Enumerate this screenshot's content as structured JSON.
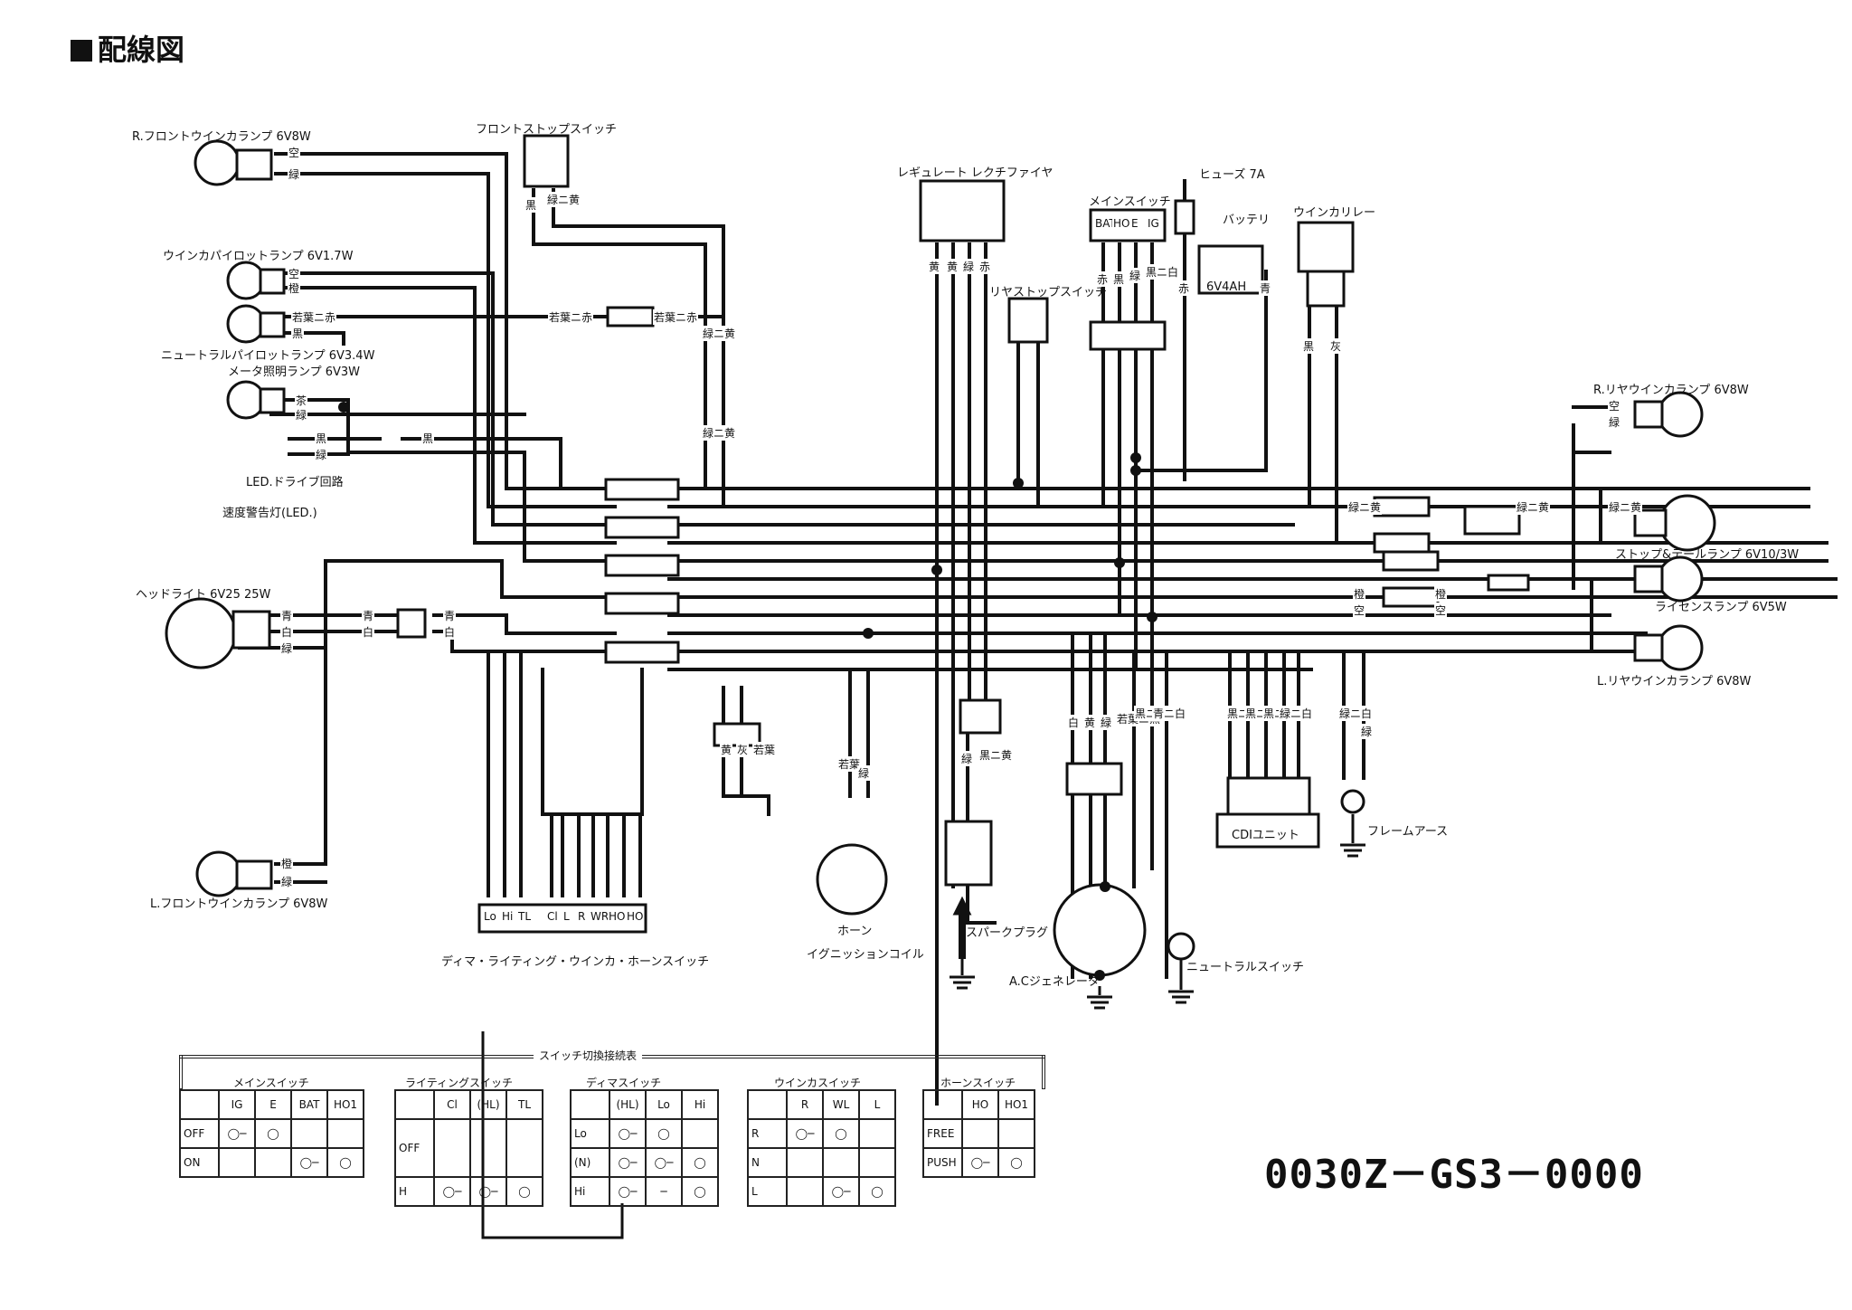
{
  "title": "配線図",
  "drawing_code": "0030Z－GS3－0000",
  "components": {
    "r_front_winker": "R.フロントウインカランプ 6V8W",
    "winker_pilot": "ウインカパイロットランプ 6V1.7W",
    "neutral_pilot": "ニュートラルパイロットランプ 6V3.4W",
    "meter_lamp": "メータ照明ランプ 6V3W",
    "led_drive": "LED.ドライブ回路",
    "speed_warning": "速度警告灯(LED.)",
    "headlight": "ヘッドライト 6V25 25W",
    "l_front_winker": "L.フロントウインカランプ 6V8W",
    "front_stop_switch": "フロントストップスイッチ",
    "regulator": "レギュレート レクチファイヤ",
    "rear_stop_switch": "リヤストップスイッチ",
    "main_switch": "メインスイッチ",
    "fuse": "ヒューズ 7A",
    "battery": "バッテリ",
    "battery_spec": "6V4AH",
    "winker_relay": "ウインカリレー",
    "r_rear_winker": "R.リヤウインカランプ 6V8W",
    "stop_tail": "ストップ&テールランプ 6V10/3W",
    "license_lamp": "ライセンスランプ 6V5W",
    "l_rear_winker": "L.リヤウインカランプ 6V8W",
    "cdi_unit": "CDIユニット",
    "frame_earth": "フレームアース",
    "horn": "ホーン",
    "ignition_coil": "イグニッションコイル",
    "spark_plug": "スパークプラグ",
    "ac_generator": "A.Cジェネレータ",
    "neutral_switch": "ニュートラルスイッチ",
    "handle_switch": "ディマ・ライティング・ウインカ・ホーンスイッチ"
  },
  "main_switch_terminals": [
    "BAT",
    "HO1",
    "E",
    "IG"
  ],
  "handle_switch_terminals": [
    "Lo",
    "Hi",
    "TL",
    "Cl",
    "L",
    "R",
    "WR",
    "HO1",
    "HO"
  ],
  "wire_colors": {
    "sky": "空",
    "green": "緑",
    "orange": "橙",
    "lightgreen_red": "若葉ニ赤",
    "black": "黒",
    "brown": "茶",
    "blue": "青",
    "white": "白",
    "green_yellow": "緑ニ黄",
    "yellow": "黄",
    "red": "赤",
    "black_white": "黒ニ白",
    "gray": "灰",
    "lightgreen": "若葉",
    "black_yellow": "黒ニ黄",
    "green_white": "緑ニ白",
    "black_red": "黒ニ赤",
    "blue_white": "青ニ白",
    "green_blue": "緑ニ青",
    "lightgreen_black": "若葉ニ黒",
    "black_blue": "黒ニ青"
  },
  "tables": {
    "title": "スイッチ切換接続表",
    "main": {
      "title": "メインスイッチ",
      "cols": [
        "IG",
        "E",
        "BAT",
        "HO1"
      ],
      "rows": [
        "OFF",
        "ON"
      ]
    },
    "lighting": {
      "title": "ライティングスイッチ",
      "cols": [
        "Cl",
        "(HL)",
        "TL"
      ],
      "rows": [
        "OFF",
        "H"
      ]
    },
    "dimmer": {
      "title": "ディマスイッチ",
      "cols": [
        "(HL)",
        "Lo",
        "Hi"
      ],
      "rows": [
        "Lo",
        "(N)",
        "Hi"
      ]
    },
    "winker": {
      "title": "ウインカスイッチ",
      "cols": [
        "R",
        "WL",
        "L"
      ],
      "rows": [
        "R",
        "N",
        "L"
      ]
    },
    "horn": {
      "title": "ホーンスイッチ",
      "cols": [
        "HO",
        "HO1"
      ],
      "rows": [
        "FREE",
        "PUSH"
      ]
    }
  }
}
